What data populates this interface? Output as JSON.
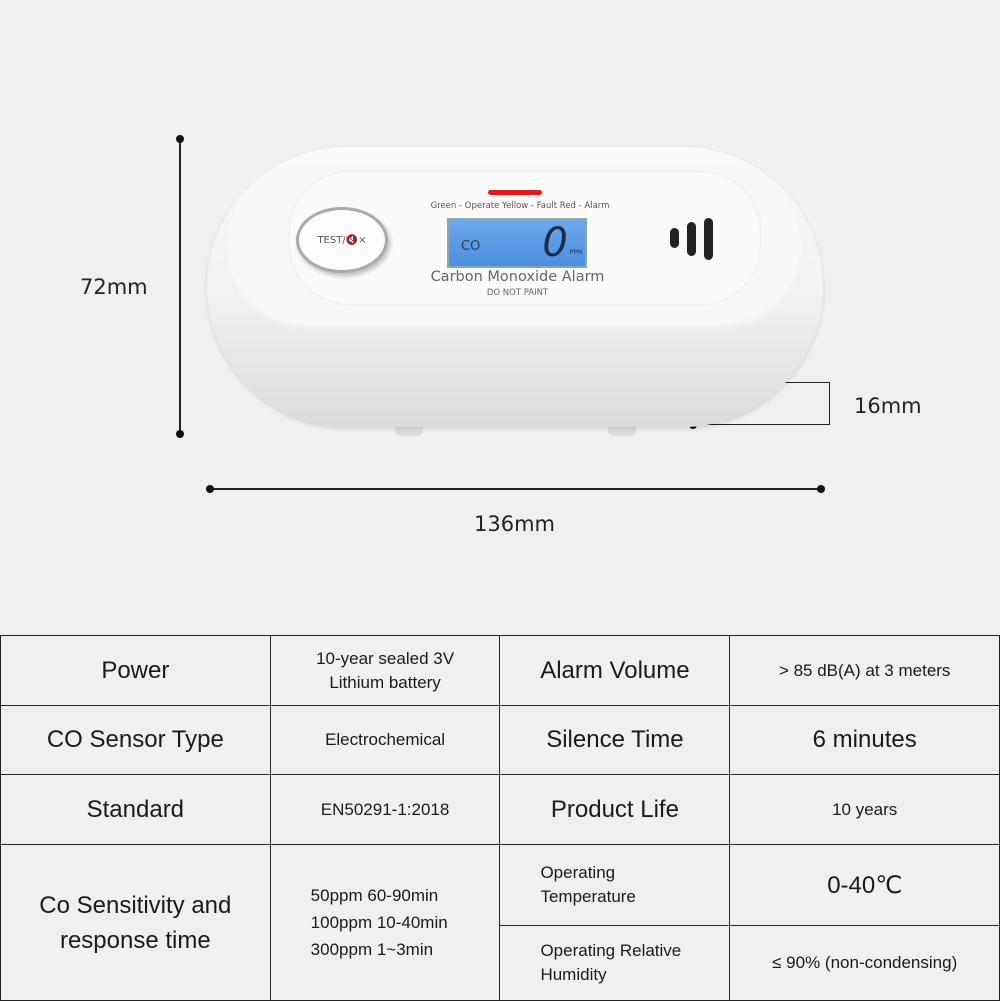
{
  "dimensions": {
    "height": "72mm",
    "width": "136mm",
    "depth": "16mm"
  },
  "device": {
    "button_label": "TEST/🔇×",
    "led_legend": "Green - Operate  Yellow - Fault  Red - Alarm",
    "lcd_label": "CO",
    "lcd_reading": "0",
    "lcd_unit": "PPM",
    "title": "Carbon Monoxide Alarm",
    "subtitle": "DO NOT PAINT",
    "led_color": "#e11b1b",
    "lcd_color": "#5b9be5"
  },
  "specs": {
    "power": {
      "label": "Power",
      "value": "10-year sealed 3V Lithium battery"
    },
    "alarm_volume": {
      "label": "Alarm Volume",
      "value": "> 85 dB(A) at 3 meters"
    },
    "sensor": {
      "label": "CO Sensor Type",
      "value": "Electrochemical"
    },
    "silence": {
      "label": "Silence Time",
      "value": "6 minutes"
    },
    "standard": {
      "label": "Standard",
      "value": "EN50291-1:2018"
    },
    "life": {
      "label": "Product Life",
      "value": "10 years"
    },
    "sensitivity": {
      "label": "Co Sensitivity and response time",
      "lines": [
        "50ppm 60-90min",
        "100ppm 10-40min",
        "300ppm 1~3min"
      ]
    },
    "temperature": {
      "label": "Operating Temperature",
      "value": "0-40℃"
    },
    "humidity": {
      "label": "Operating Relative Humidity",
      "value": "≤ 90% (non-condensing)"
    }
  }
}
